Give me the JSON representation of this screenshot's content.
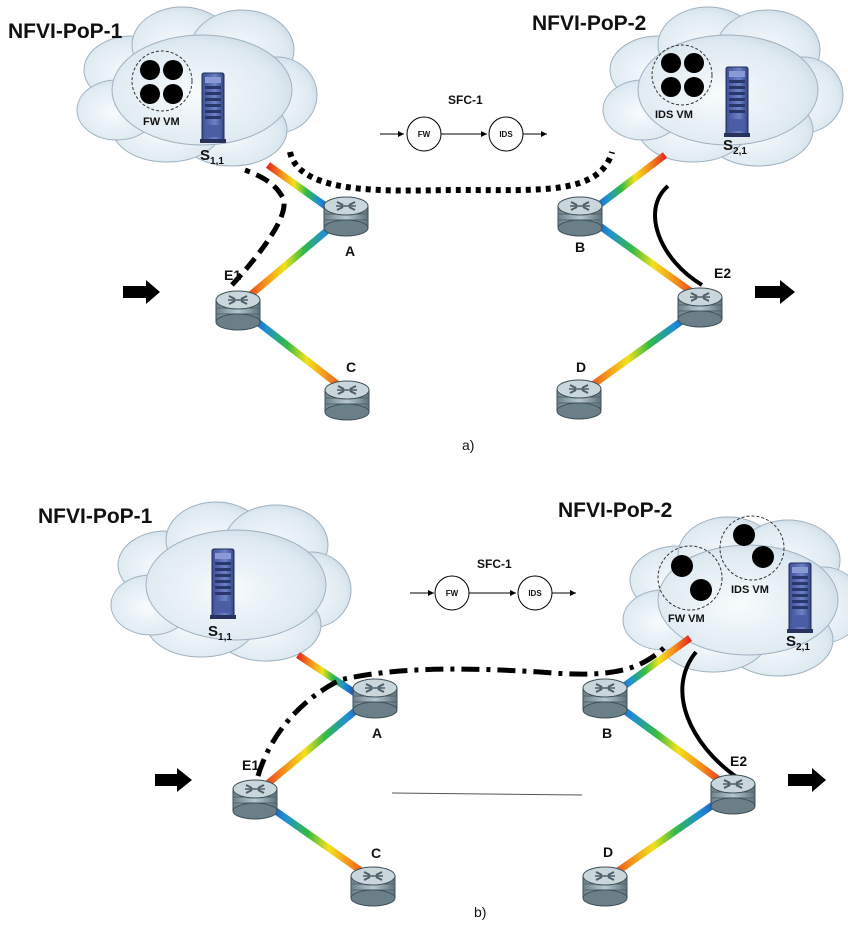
{
  "panels": [
    {
      "label": "a)",
      "pops": [
        {
          "title": "NFVI-PoP-1",
          "vm_label": "FW VM",
          "server_main": "S",
          "server_sub": "1,1"
        },
        {
          "title": "NFVI-PoP-2",
          "vm_label": "IDS VM",
          "server_main": "S",
          "server_sub": "2,1"
        }
      ],
      "sfc": {
        "title": "SFC-1",
        "functions": [
          "FW",
          "IDS"
        ]
      },
      "nodes": [
        "E1",
        "A",
        "B",
        "C",
        "D",
        "E2"
      ]
    },
    {
      "label": "b)",
      "pops": [
        {
          "title": "NFVI-PoP-1",
          "server_main": "S",
          "server_sub": "1,1"
        },
        {
          "title": "NFVI-PoP-2",
          "vm_labels": [
            "FW VM",
            "IDS VM"
          ],
          "server_main": "S",
          "server_sub": "2,1"
        }
      ],
      "sfc": {
        "title": "SFC-1",
        "functions": [
          "FW",
          "IDS"
        ]
      },
      "nodes": [
        "E1",
        "A",
        "B",
        "C",
        "D",
        "E2"
      ]
    }
  ],
  "colors": {
    "rainbow": [
      "#2233aa",
      "#1f8fd6",
      "#33bb44",
      "#f3e21b",
      "#f58a1c",
      "#e62b1e"
    ],
    "router_body": "#8fa3ad",
    "router_top": "#c9d6dc",
    "server": "#5a6fb5",
    "cloud_fill": "#e3eef5",
    "path_line": "#000000"
  },
  "icons": [
    "cloud-icon",
    "server-icon",
    "router-icon",
    "vm-circle-icon",
    "arrow-icon"
  ]
}
